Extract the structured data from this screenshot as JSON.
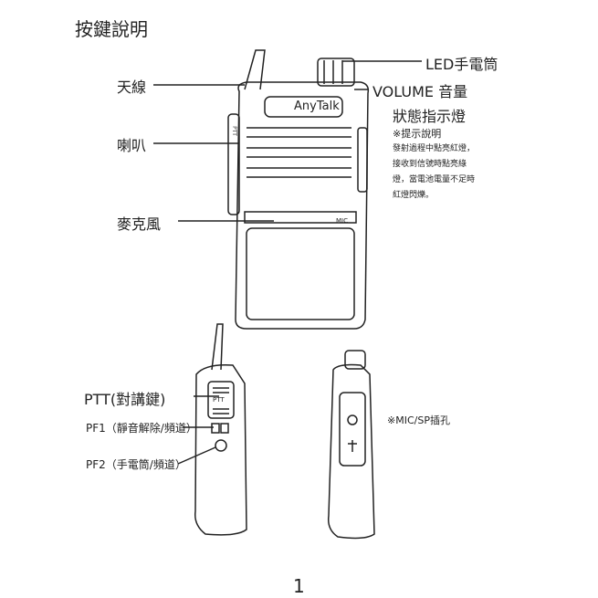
{
  "title": "按鍵說明",
  "front_view": {
    "brand": "AnyTalk",
    "mic_mark": "MIC",
    "side_mark": "PTT",
    "labels": {
      "antenna": "天線",
      "speaker": "喇叭",
      "microphone": "麥克風",
      "led_flashlight": "LED手電筒",
      "volume": "VOLUME 音量",
      "status_light": "狀態指示燈"
    },
    "note": {
      "heading": "※提示說明",
      "lines": [
        "發射過程中點亮紅燈，",
        "接收到信號時點亮綠",
        "燈，當電池電量不足時",
        "紅燈閃爍。"
      ]
    }
  },
  "side_view": {
    "ptt_mark": "PTT",
    "labels": {
      "ptt": "PTT(對講鍵)",
      "pf1": "PF1（靜音解除/頻道）",
      "pf2": "PF2（手電筒/頻道）",
      "mic_sp": "※MIC/SP插孔"
    }
  },
  "page_number": "1"
}
